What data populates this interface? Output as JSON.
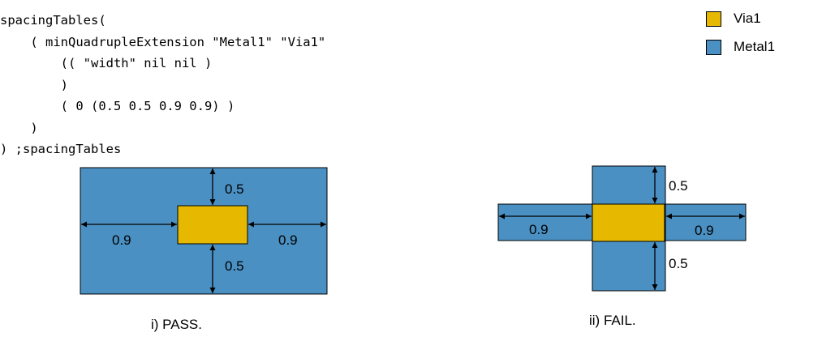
{
  "code": {
    "lines": [
      "spacingTables(",
      "    ( minQuadrupleExtension \"Metal1\" \"Via1\"",
      "        (( \"width\" nil nil )",
      "        )",
      "        ( 0 (0.5 0.5 0.9 0.9) )",
      "    )",
      ") ;spacingTables"
    ]
  },
  "legend": [
    {
      "label": "Via1",
      "color": "#e6b800"
    },
    {
      "label": "Metal1",
      "color": "#4a90c2"
    }
  ],
  "colors": {
    "metal": "#4a90c2",
    "via": "#e6b800",
    "stroke": "#000000"
  },
  "examples": [
    {
      "caption": "i) PASS.",
      "labels": {
        "top": "0.5",
        "bottom": "0.5",
        "left": "0.9",
        "right": "0.9"
      }
    },
    {
      "caption": "ii) FAIL.",
      "labels": {
        "top": "0.5",
        "bottom": "0.5",
        "left": "0.9",
        "right": "0.9"
      }
    }
  ]
}
